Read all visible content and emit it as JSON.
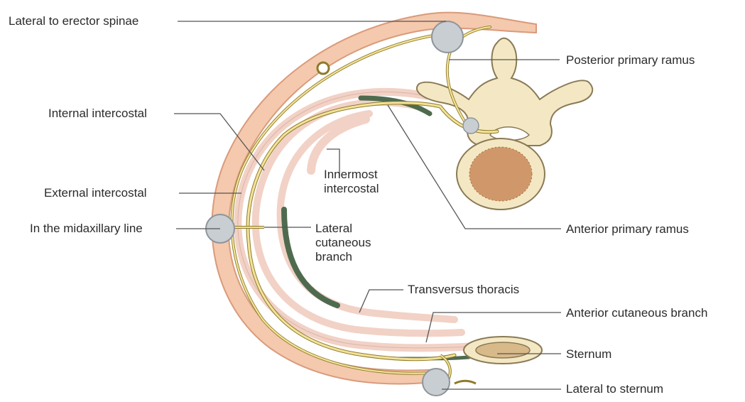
{
  "labels": {
    "lateral_erector": "Lateral to erector spinae",
    "posterior_ramus": "Posterior primary ramus",
    "internal_intercostal": "Internal intercostal",
    "innermost_intercostal": "Innermost\nintercostal",
    "external_intercostal": "External intercostal",
    "midaxillary": "In the midaxillary line",
    "lateral_cutaneous": "Lateral\ncutaneous\nbranch",
    "anterior_ramus": "Anterior primary ramus",
    "transversus": "Transversus thoracis",
    "anterior_cutaneous": "Anterior cutaneous branch",
    "sternum": "Sternum",
    "lateral_sternum": "Lateral to sternum"
  },
  "colors": {
    "skin": "#f4c9ad",
    "skin_edge": "#d99a7b",
    "muscle_band": "#f2d2c6",
    "muscle_edge": "#c8988a",
    "nerve": "#f3e39a",
    "nerve_edge": "#8e7a2a",
    "transversus": "#4f6b4f",
    "bone": "#f4e8c4",
    "bone_edge": "#8a7a55",
    "vertebral_body": "#c98a5a",
    "node": "#c9ced3",
    "leader": "#555555"
  }
}
